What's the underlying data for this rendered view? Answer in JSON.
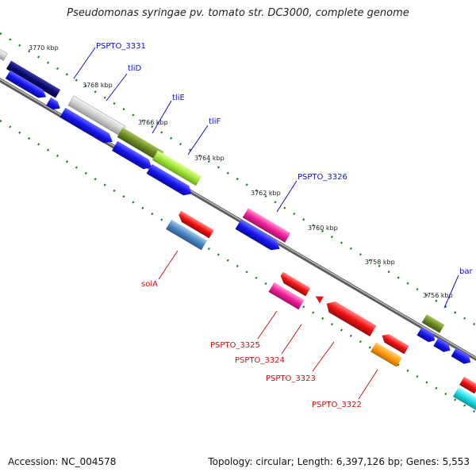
{
  "title": "Pseudomonas syringae pv. tomato str. DC3000, complete genome",
  "footer": {
    "accession": "Accession: NC_004578",
    "summary": "Topology: circular; Length: 6,397,126 bp; Genes: 5,553"
  },
  "ticks": [
    "3770 kbp",
    "3768 kbp",
    "3766 kbp",
    "3764 kbp",
    "3762 kbp",
    "3760 kbp",
    "3758 kbp",
    "3756 kbp"
  ],
  "gene_labels_forward": [
    "PSPTO_3331",
    "tliD",
    "tliE",
    "tliF",
    "PSPTO_3326",
    "bar"
  ],
  "gene_labels_reverse": [
    "solA",
    "PSPTO_3325",
    "PSPTO_3324",
    "PSPTO_3323",
    "PSPTO_3322"
  ],
  "colors": {
    "backbone": "#7a7a7a",
    "tick": "#1a7a1a",
    "cds": "#1010e0",
    "forward_label": "#1010cc",
    "reverse_label": "#cc1010",
    "gene_red": "#ee1111"
  }
}
